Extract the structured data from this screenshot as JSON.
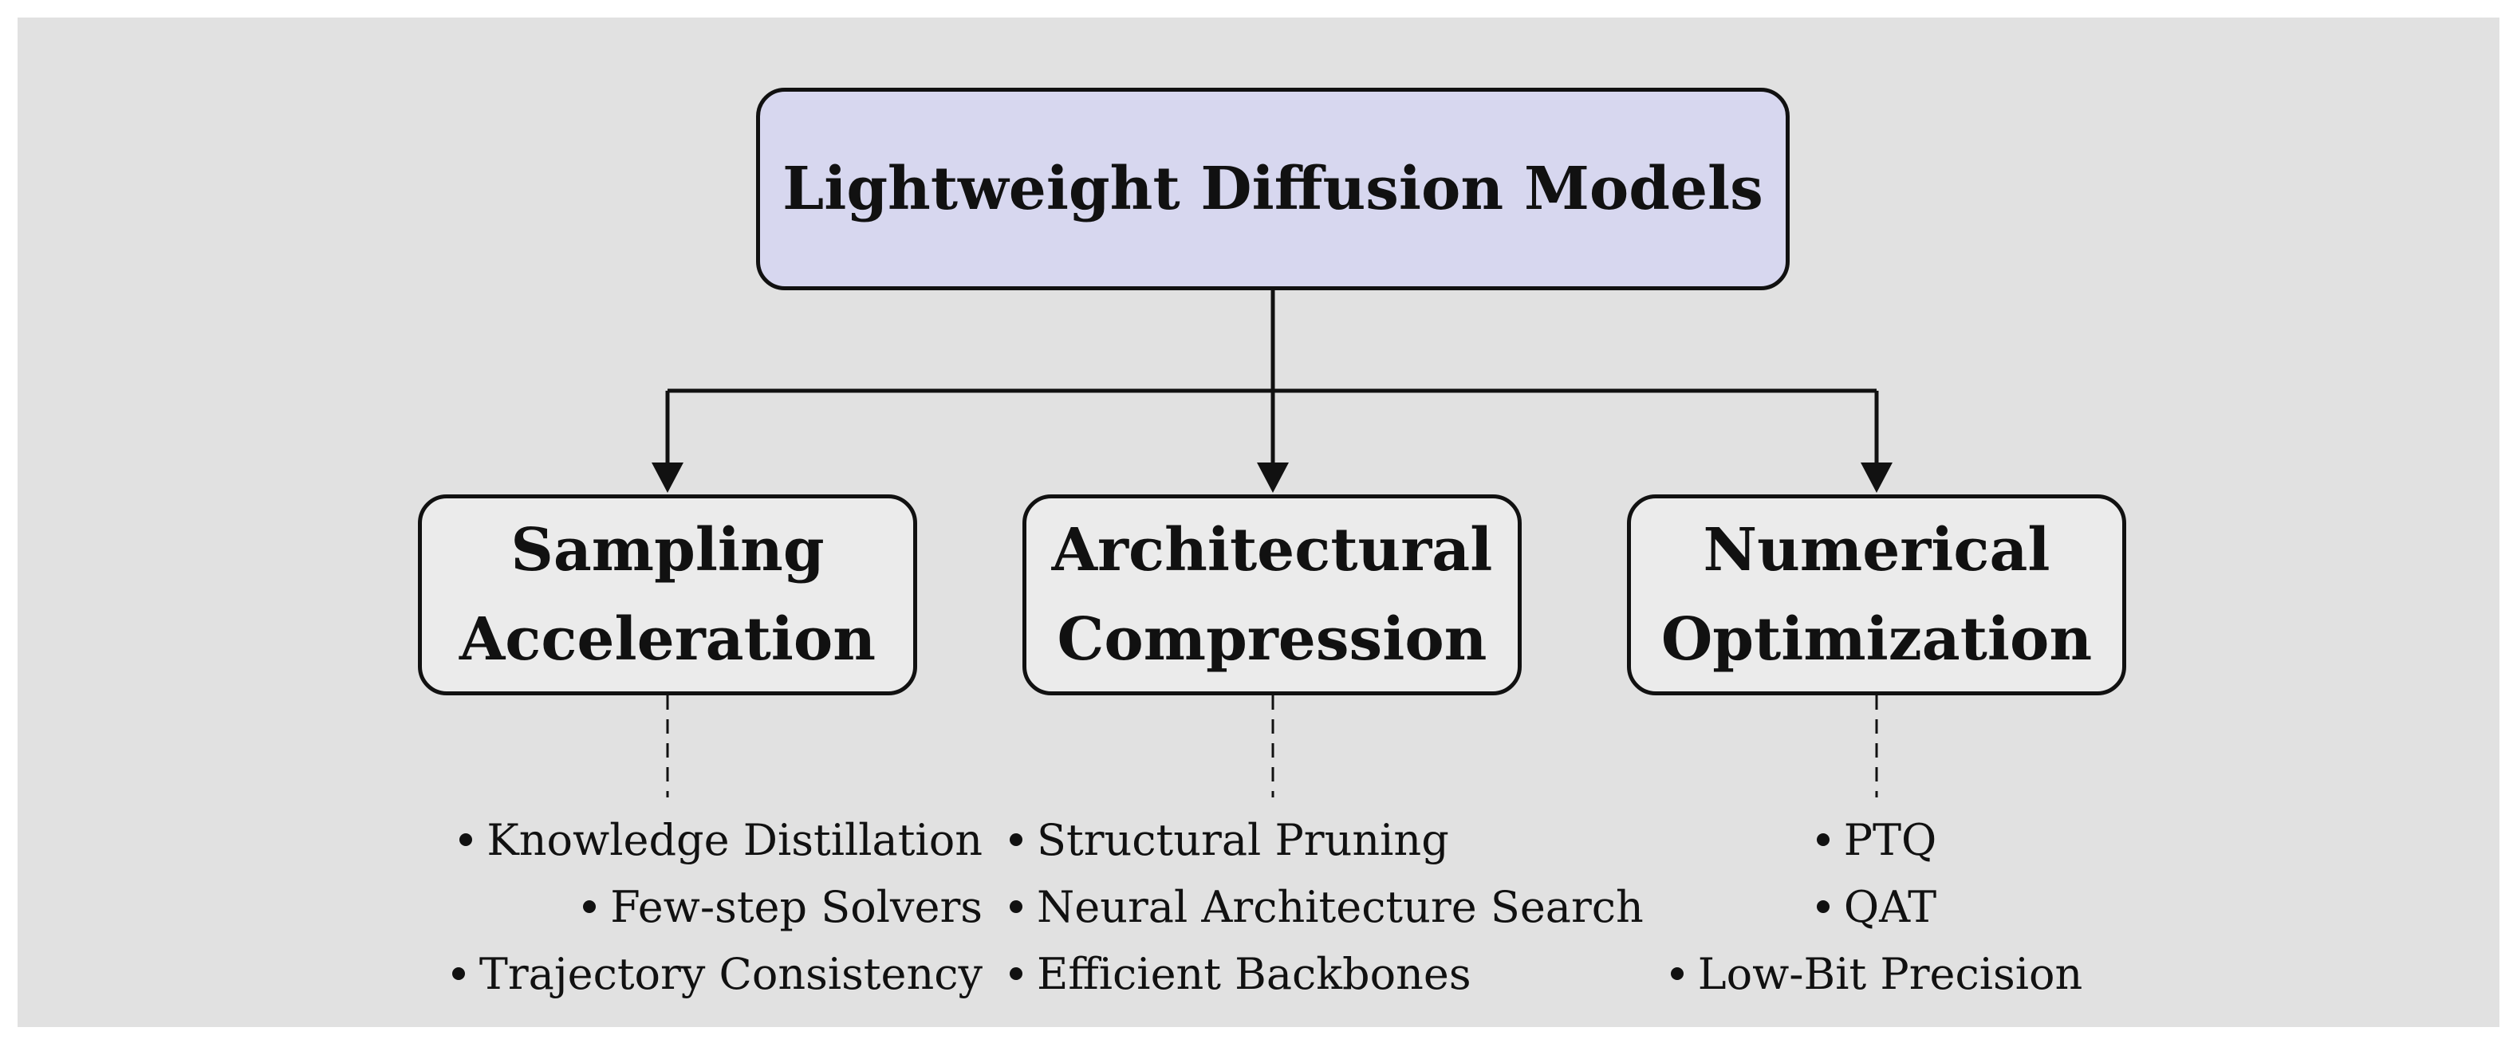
{
  "root": {
    "label": "Lightweight Diffusion Models"
  },
  "categories": [
    {
      "title_line1": "Sampling",
      "title_line2": "Acceleration",
      "items": [
        "Knowledge Distillation",
        "Few-step Solvers",
        "Trajectory Consistency"
      ]
    },
    {
      "title_line1": "Architectural",
      "title_line2": "Compression",
      "items": [
        "Structural Pruning",
        "Neural Architecture Search",
        "Efficient Backbones"
      ]
    },
    {
      "title_line1": "Numerical",
      "title_line2": "Optimization",
      "items": [
        "PTQ",
        "QAT",
        "Low-Bit Precision"
      ]
    }
  ],
  "colors": {
    "background": "#e1e1e1",
    "root_fill": "#d7d7ef",
    "node_fill": "#ebebeb",
    "stroke": "#111111"
  }
}
